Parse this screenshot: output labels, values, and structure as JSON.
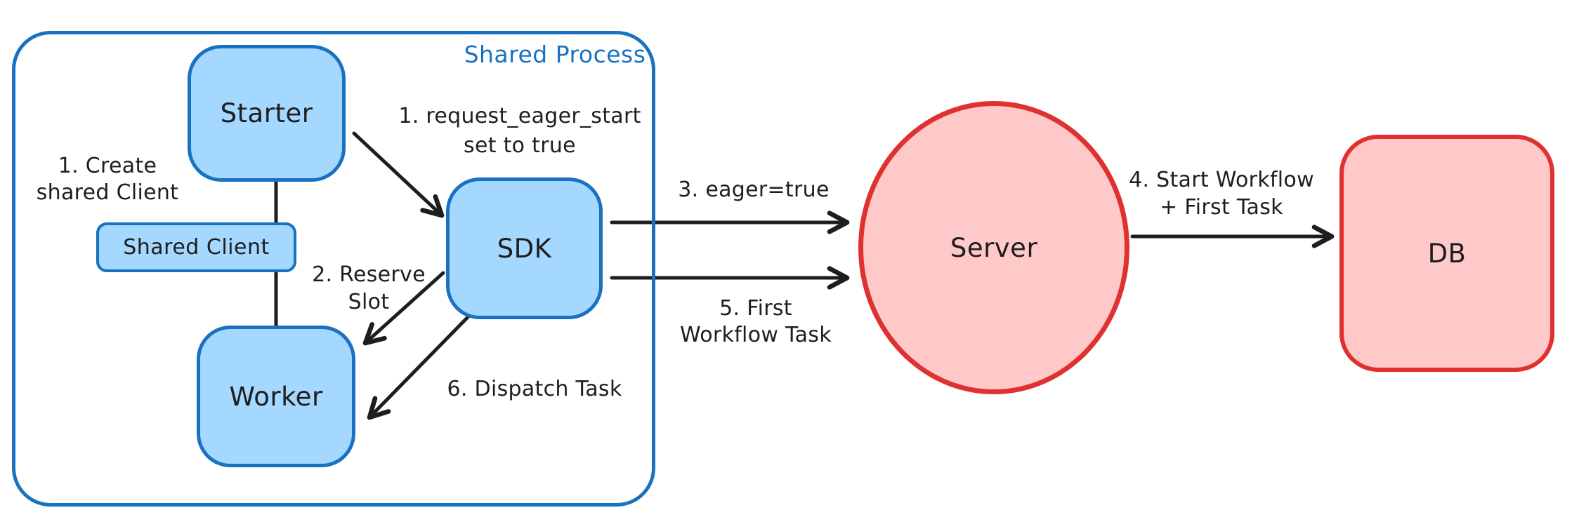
{
  "diagram": {
    "container": {
      "label": "Shared Process"
    },
    "nodes": [
      {
        "id": "starter",
        "label": "Starter"
      },
      {
        "id": "shared-client",
        "label": "Shared Client"
      },
      {
        "id": "worker",
        "label": "Worker"
      },
      {
        "id": "sdk",
        "label": "SDK"
      },
      {
        "id": "server",
        "label": "Server"
      },
      {
        "id": "db",
        "label": "DB"
      }
    ],
    "annotations": [
      {
        "id": "create-shared-client",
        "lines": [
          "1. Create",
          "shared Client"
        ]
      },
      {
        "id": "request-eager-start",
        "lines": [
          "1. request_eager_start",
          "set to true"
        ]
      },
      {
        "id": "reserve-slot",
        "lines": [
          "2. Reserve",
          "Slot"
        ]
      },
      {
        "id": "eager-true",
        "lines": [
          "3. eager=true"
        ]
      },
      {
        "id": "start-workflow",
        "lines": [
          "4. Start Workflow",
          "+ First Task"
        ]
      },
      {
        "id": "first-workflow-task",
        "lines": [
          "5. First",
          "Workflow Task"
        ]
      },
      {
        "id": "dispatch-task",
        "lines": [
          "6. Dispatch Task"
        ]
      }
    ],
    "edges": [
      {
        "from": "starter",
        "to": "shared-client",
        "style": "plain-line"
      },
      {
        "from": "shared-client",
        "to": "worker",
        "style": "plain-line"
      },
      {
        "from": "starter",
        "to": "sdk",
        "annotation": "request-eager-start"
      },
      {
        "from": "sdk",
        "to": "worker",
        "annotation": "reserve-slot"
      },
      {
        "from": "sdk",
        "to": "server",
        "annotation": "eager-true"
      },
      {
        "from": "sdk",
        "to": "server",
        "annotation": "first-workflow-task"
      },
      {
        "from": "server",
        "to": "db",
        "annotation": "start-workflow"
      },
      {
        "from": "sdk",
        "to": "worker",
        "annotation": "dispatch-task"
      }
    ],
    "colors": {
      "blue-stroke": "#1971c2",
      "blue-fill": "#a5d8ff",
      "red-stroke": "#e03131",
      "red-fill": "#ffc9c9",
      "ink": "#1e1e1e",
      "bg": "#ffffff"
    }
  }
}
